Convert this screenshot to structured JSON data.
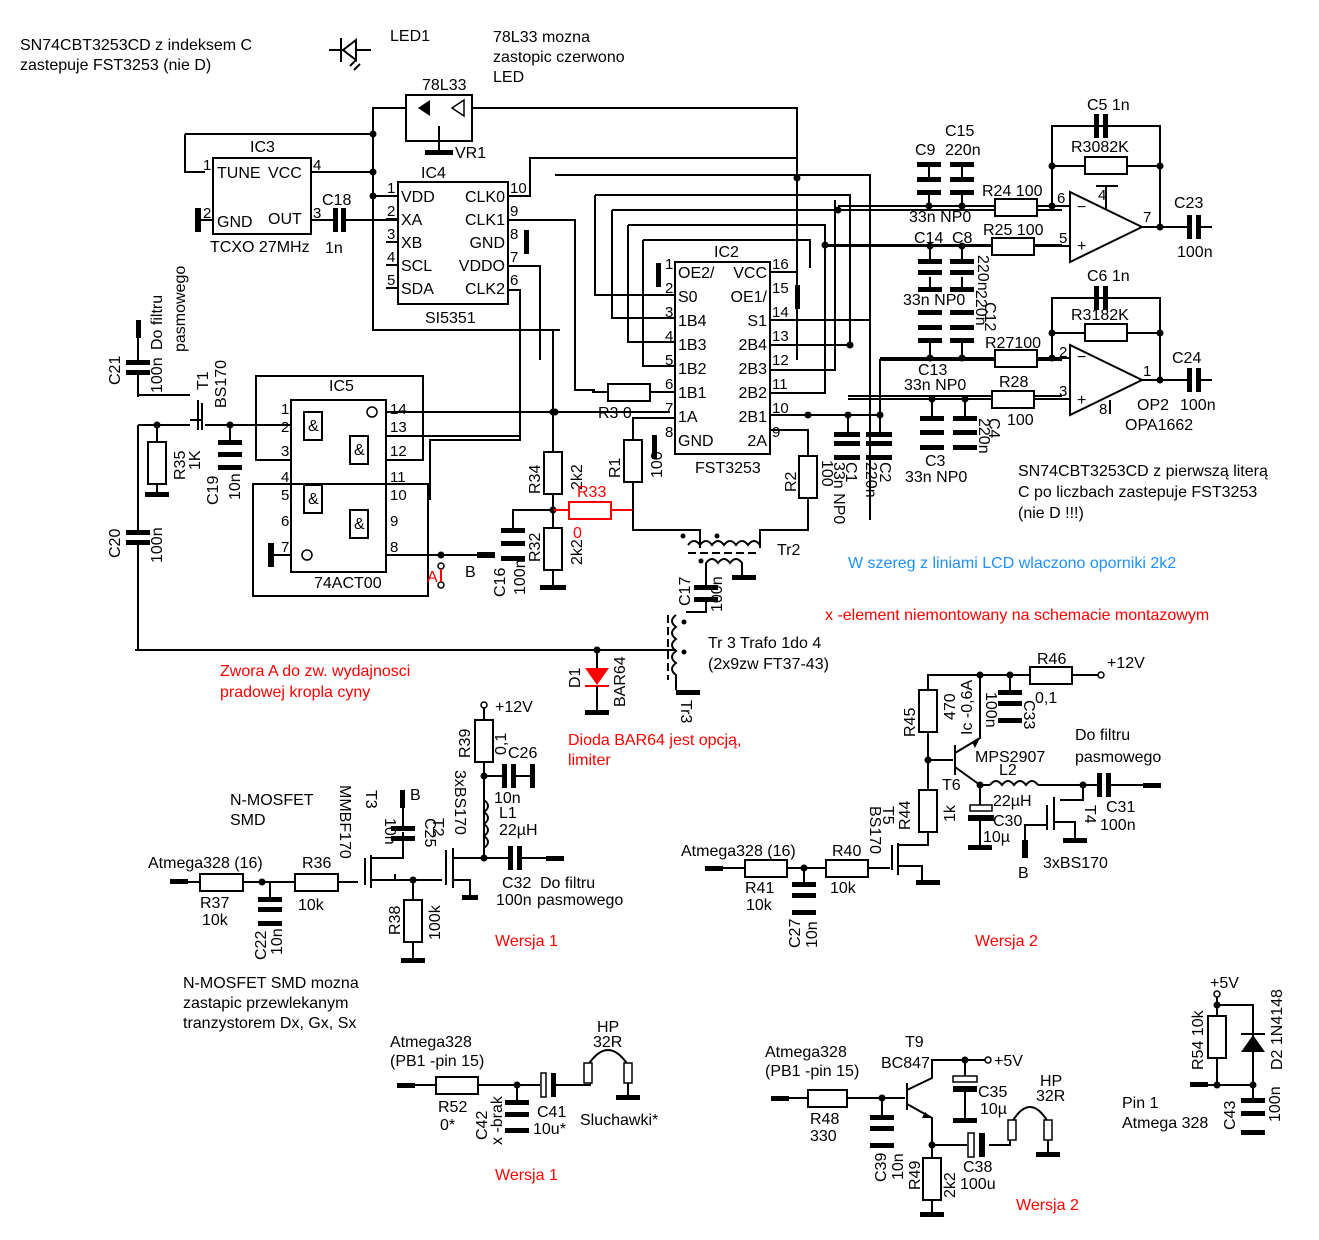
{
  "notes": {
    "top_left_1": "SN74CBT3253CD z indeksem C",
    "top_left_2": "zastepuje FST3253 (nie D)",
    "led_note_1": "78L33 mozna",
    "led_note_2": "zastopic czerwono",
    "led_note_3": "LED",
    "right_note_1": "SN74CBT3253CD z pierwszą literą",
    "right_note_2": " C po liczbach zastepuje FST3253",
    "right_note_3": "(nie D !!!)",
    "lcd_note": "W szereg z liniami LCD wlaczono oporniki 2k2",
    "x_note": "x -element niemontowany na schemacie montazowym",
    "zwora_1": "Zwora A do zw. wydajnosci",
    "zwora_2": "pradowej kropla cyny",
    "diode_note_1": "Dioda BAR64 jest opcją,",
    "diode_note_2": "limiter",
    "nmos_1": "N-MOSFET",
    "nmos_2": "SMD",
    "nmos_repl_1": "N-MOSFET SMD mozna",
    "nmos_repl_2": "zastapic przewlekanym",
    "nmos_repl_3": "tranzystorem Dx, Gx, Sx",
    "tr3_1": "Tr 3 Trafo 1do 4",
    "tr3_2": "(2x9zw FT37-43)",
    "wersja1": "Wersja 1",
    "wersja2": "Wersja 2",
    "do_filtru": "Do filtru",
    "pasmowego": "pasmowego",
    "sluchawki": "Sluchawki*",
    "pin1_1": "Pin 1",
    "pin1_2": "Atmega 328"
  },
  "ic3": {
    "ref": "IC3",
    "name": "TCXO 27MHz",
    "pins": [
      "1",
      "2",
      "3",
      "4"
    ],
    "p_tune": "TUNE",
    "p_vcc": "VCC",
    "p_gnd": "GND",
    "p_out": "OUT"
  },
  "ic4": {
    "ref": "IC4",
    "name": "SI5351",
    "left": [
      {
        "n": "1",
        "l": "VDD"
      },
      {
        "n": "2",
        "l": "XA"
      },
      {
        "n": "3",
        "l": "XB"
      },
      {
        "n": "4",
        "l": "SCL"
      },
      {
        "n": "5",
        "l": "SDA"
      }
    ],
    "right": [
      {
        "n": "10",
        "l": "CLK0"
      },
      {
        "n": "9",
        "l": "CLK1"
      },
      {
        "n": "8",
        "l": "GND"
      },
      {
        "n": "7",
        "l": "VDDO"
      },
      {
        "n": "6",
        "l": "CLK2"
      }
    ]
  },
  "ic2": {
    "ref": "IC2",
    "name": "FST3253",
    "left": [
      {
        "n": "1",
        "l": "OE2/"
      },
      {
        "n": "2",
        "l": "S0"
      },
      {
        "n": "3",
        "l": "1B4"
      },
      {
        "n": "4",
        "l": "1B3"
      },
      {
        "n": "5",
        "l": "1B2"
      },
      {
        "n": "6",
        "l": "1B1"
      },
      {
        "n": "7",
        "l": "1A"
      },
      {
        "n": "8",
        "l": "GND"
      }
    ],
    "right": [
      {
        "n": "16",
        "l": "VCC"
      },
      {
        "n": "15",
        "l": "OE1/"
      },
      {
        "n": "14",
        "l": "S1"
      },
      {
        "n": "13",
        "l": "2B4"
      },
      {
        "n": "12",
        "l": "2B3"
      },
      {
        "n": "11",
        "l": "2B2"
      },
      {
        "n": "10",
        "l": "2B1"
      },
      {
        "n": "9",
        "l": "2A"
      }
    ]
  },
  "ic5": {
    "ref": "IC5",
    "name": "74ACT00",
    "pins": [
      "1",
      "2",
      "3",
      "4",
      "5",
      "6",
      "7",
      "14",
      "13",
      "12",
      "11",
      "10",
      "9",
      "8"
    ],
    "gate": "&"
  },
  "vr1": {
    "ref": "VR1",
    "name": "78L33"
  },
  "led1": {
    "ref": "LED1"
  },
  "opamp": {
    "ref": "OP2",
    "name": "OPA1662",
    "pins_a": [
      "6",
      "5",
      "7",
      "4"
    ],
    "pins_b": [
      "2",
      "3",
      "1",
      "8"
    ]
  },
  "components": {
    "C18": "C18",
    "C18v": "1n",
    "C5": "C5  1n",
    "C6": "C6  1n",
    "R30": "R3082K",
    "R31": "R3182K",
    "C9": "C9",
    "C15": "C15",
    "C15v": "220n",
    "R24": "R24 100",
    "R25": "R25 100",
    "R27": "R27100",
    "R28": "R28",
    "R28v": "100",
    "C14": "C14",
    "C8": "C8",
    "C8v": "220n",
    "C12": "C12",
    "C12v": "220n",
    "C13": "C13",
    "C3": "C3",
    "C4": "C4",
    "C4v": "220n",
    "np0": "33n NP0",
    "C23": "C23",
    "C24": "C24",
    "v100n": "100n",
    "C1": "C1",
    "C1v": "33n NP0",
    "C2": "C2",
    "C2v": "220n",
    "R3": "R3 0",
    "R1": "R1",
    "R1v": "100",
    "R2": "R2",
    "R2v": "100",
    "R34": "R34",
    "R34v": "2k2",
    "R33": "R33",
    "R33v": "0",
    "R32": "R32",
    "R32v": "2k2",
    "C16": "C16",
    "C16v": "100n",
    "C17": "C17",
    "C17v": "100n",
    "Tr2": "Tr2",
    "Tr3": "Tr3",
    "D1": "D1",
    "D1v": "BAR64",
    "C21": "C21",
    "C21v": "100n",
    "C20": "C20",
    "C20v": "100n",
    "T1": "T1",
    "T1v": "BS170",
    "R35": "R35",
    "R35v": "1K",
    "C19": "C19",
    "C19v": "10n",
    "A": "A",
    "B": "B",
    "R39": "R39",
    "R39v": "0,1",
    "C26": "C26",
    "C26v": "10n",
    "L1": "L1",
    "L1v": "22µH",
    "T2": "T2",
    "T2v": "3xBS170",
    "T3": "T3",
    "T3v": "MMBF170",
    "C25": "C25",
    "C25v": "10n",
    "R36": "R36",
    "R36v": "10k",
    "R37": "R37",
    "R37v": "10k",
    "C22": "C22",
    "C22v": "10n",
    "R38": "R38",
    "R38v": "100k",
    "C32": "C32",
    "C32v": "100n",
    "atmega16": "Atmega328 (16)",
    "v12": "+12V",
    "v5": "+5V",
    "R46": "R46",
    "R46v": "0,1",
    "R45": "R45",
    "R45v": "470",
    "icv": "Ic -0,6A",
    "C33": "C33",
    "C33v": "100n",
    "T6": "T6",
    "T6v": "MPS2907",
    "L2": "L2",
    "L2v": "22µH",
    "C30": "C30",
    "C30v": "10µ",
    "C31": "C31",
    "C31v": "100n",
    "T4": "T4",
    "T4v": "3xBS170",
    "T5": "T5",
    "T5v": "BS170",
    "R44": "R44",
    "R44v": "1k",
    "R40": "R40",
    "R40v": "10k",
    "R41": "R41",
    "R41v": "10k",
    "C27": "C27",
    "C27v": "10n",
    "pb1_1": "Atmega328",
    "pb1_2": "(PB1 -pin 15)",
    "R52": "R52",
    "R52v": "0*",
    "C42": "C42",
    "C42v": "x -brak",
    "C41": "C41",
    "C41v": "10u*",
    "HP": "HP",
    "HPv": "32R",
    "T9": "T9",
    "T9v": "BC847",
    "R48": "R48",
    "R48v": "330",
    "C39": "C39",
    "C39v": "10n",
    "C35": "C35",
    "C35v": "10µ",
    "R49": "R49",
    "R49v": "2k2",
    "C38": "C38",
    "C38v": "100u",
    "R54": "R54 10k",
    "D2": "D2 1N4148",
    "C43": "C43",
    "C43v": "100n"
  }
}
